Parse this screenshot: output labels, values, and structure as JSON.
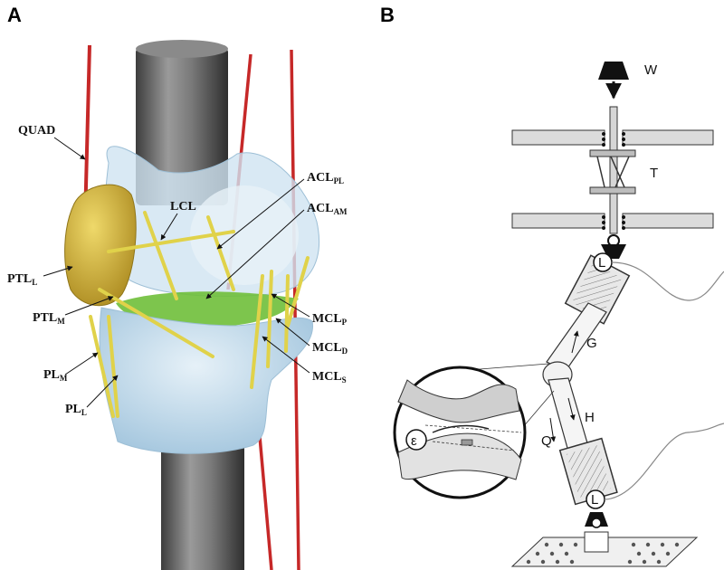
{
  "panels": {
    "a": "A",
    "b": "B"
  },
  "panel_a": {
    "labels": {
      "quad": "QUAD",
      "lcl": "LCL",
      "acl_pl_main": "ACL",
      "acl_pl_sub": "PL",
      "acl_am_main": "ACL",
      "acl_am_sub": "AM",
      "ptl_l_main": "PTL",
      "ptl_l_sub": "L",
      "ptl_m_main": "PTL",
      "ptl_m_sub": "M",
      "mcl_p_main": "MCL",
      "mcl_p_sub": "P",
      "mcl_d_main": "MCL",
      "mcl_d_sub": "D",
      "mcl_s_main": "MCL",
      "mcl_s_sub": "S",
      "pl_m_main": "PL",
      "pl_m_sub": "M",
      "pl_l_main": "PL",
      "pl_l_sub": "L"
    }
  },
  "panel_b": {
    "labels": {
      "w": "W",
      "t": "T",
      "l_top": "L",
      "l_bottom": "L",
      "g": "G",
      "h": "H",
      "q": "Q",
      "epsilon": "ε"
    }
  },
  "colors": {
    "muscle_red": "#c62828",
    "ligament_yellow": "#e0d24a",
    "bone_blue": "#bcd7ea",
    "patella_gold": "#d2b13a",
    "meniscus_green": "#6fbf3a",
    "rod_gray": "#6b6b6b"
  }
}
